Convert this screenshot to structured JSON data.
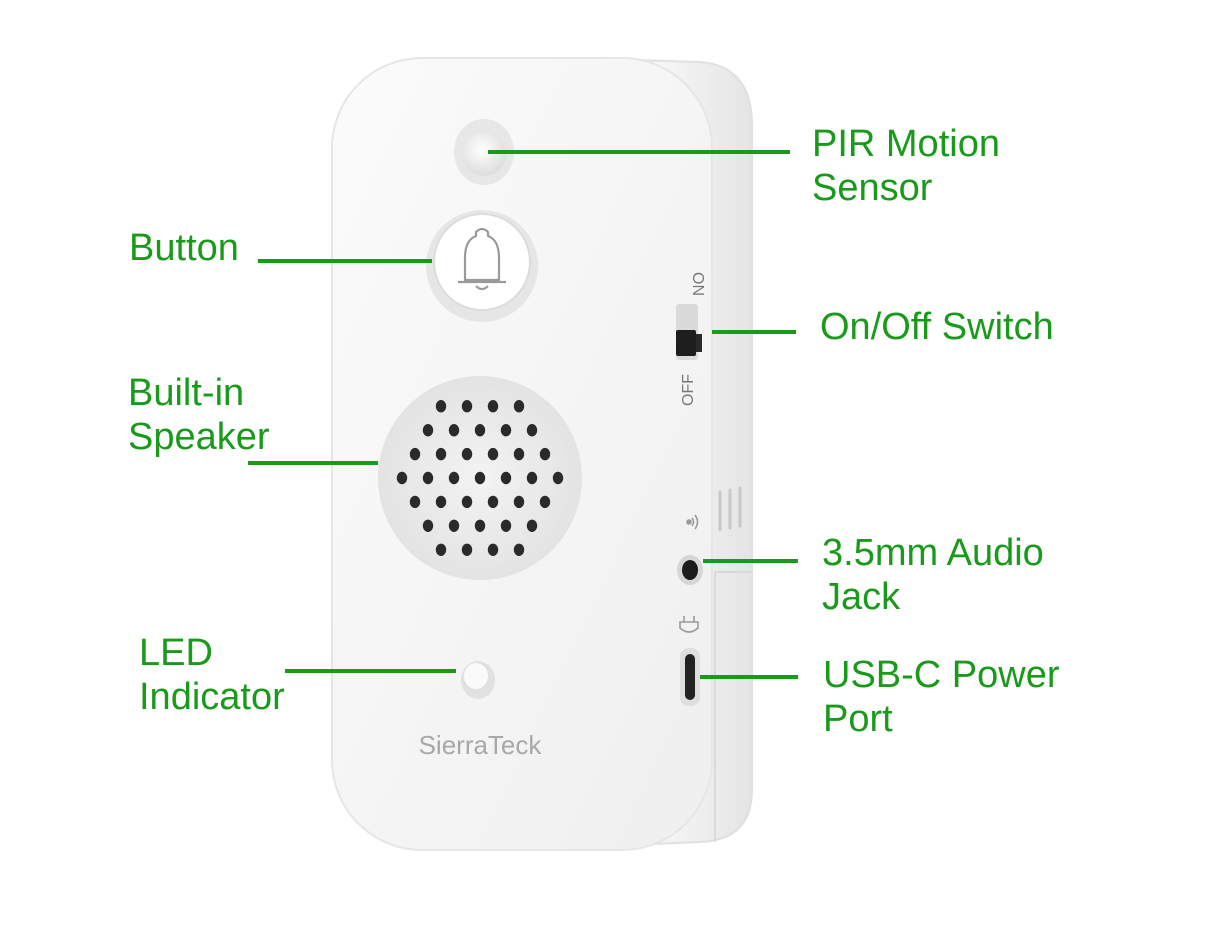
{
  "device": {
    "brand": "SierraTeck",
    "switch_on_label": "ON",
    "switch_off_label": "OFF",
    "icons": [
      "bell-icon",
      "audio-output-icon",
      "power-plug-icon"
    ],
    "colors": {
      "callout": "#1a9a1a",
      "body": "#f4f4f4",
      "edge": "#e2e2e2"
    }
  },
  "callouts": {
    "pir": {
      "line1": "PIR Motion",
      "line2": "Sensor"
    },
    "button": {
      "line1": "Button"
    },
    "switch": {
      "line1": "On/Off Switch"
    },
    "speaker": {
      "line1": "Built-in",
      "line2": "Speaker"
    },
    "audio": {
      "line1": "3.5mm Audio",
      "line2": "Jack"
    },
    "led": {
      "line1": "LED",
      "line2": "Indicator"
    },
    "usb": {
      "line1": "USB-C Power",
      "line2": "Port"
    }
  }
}
